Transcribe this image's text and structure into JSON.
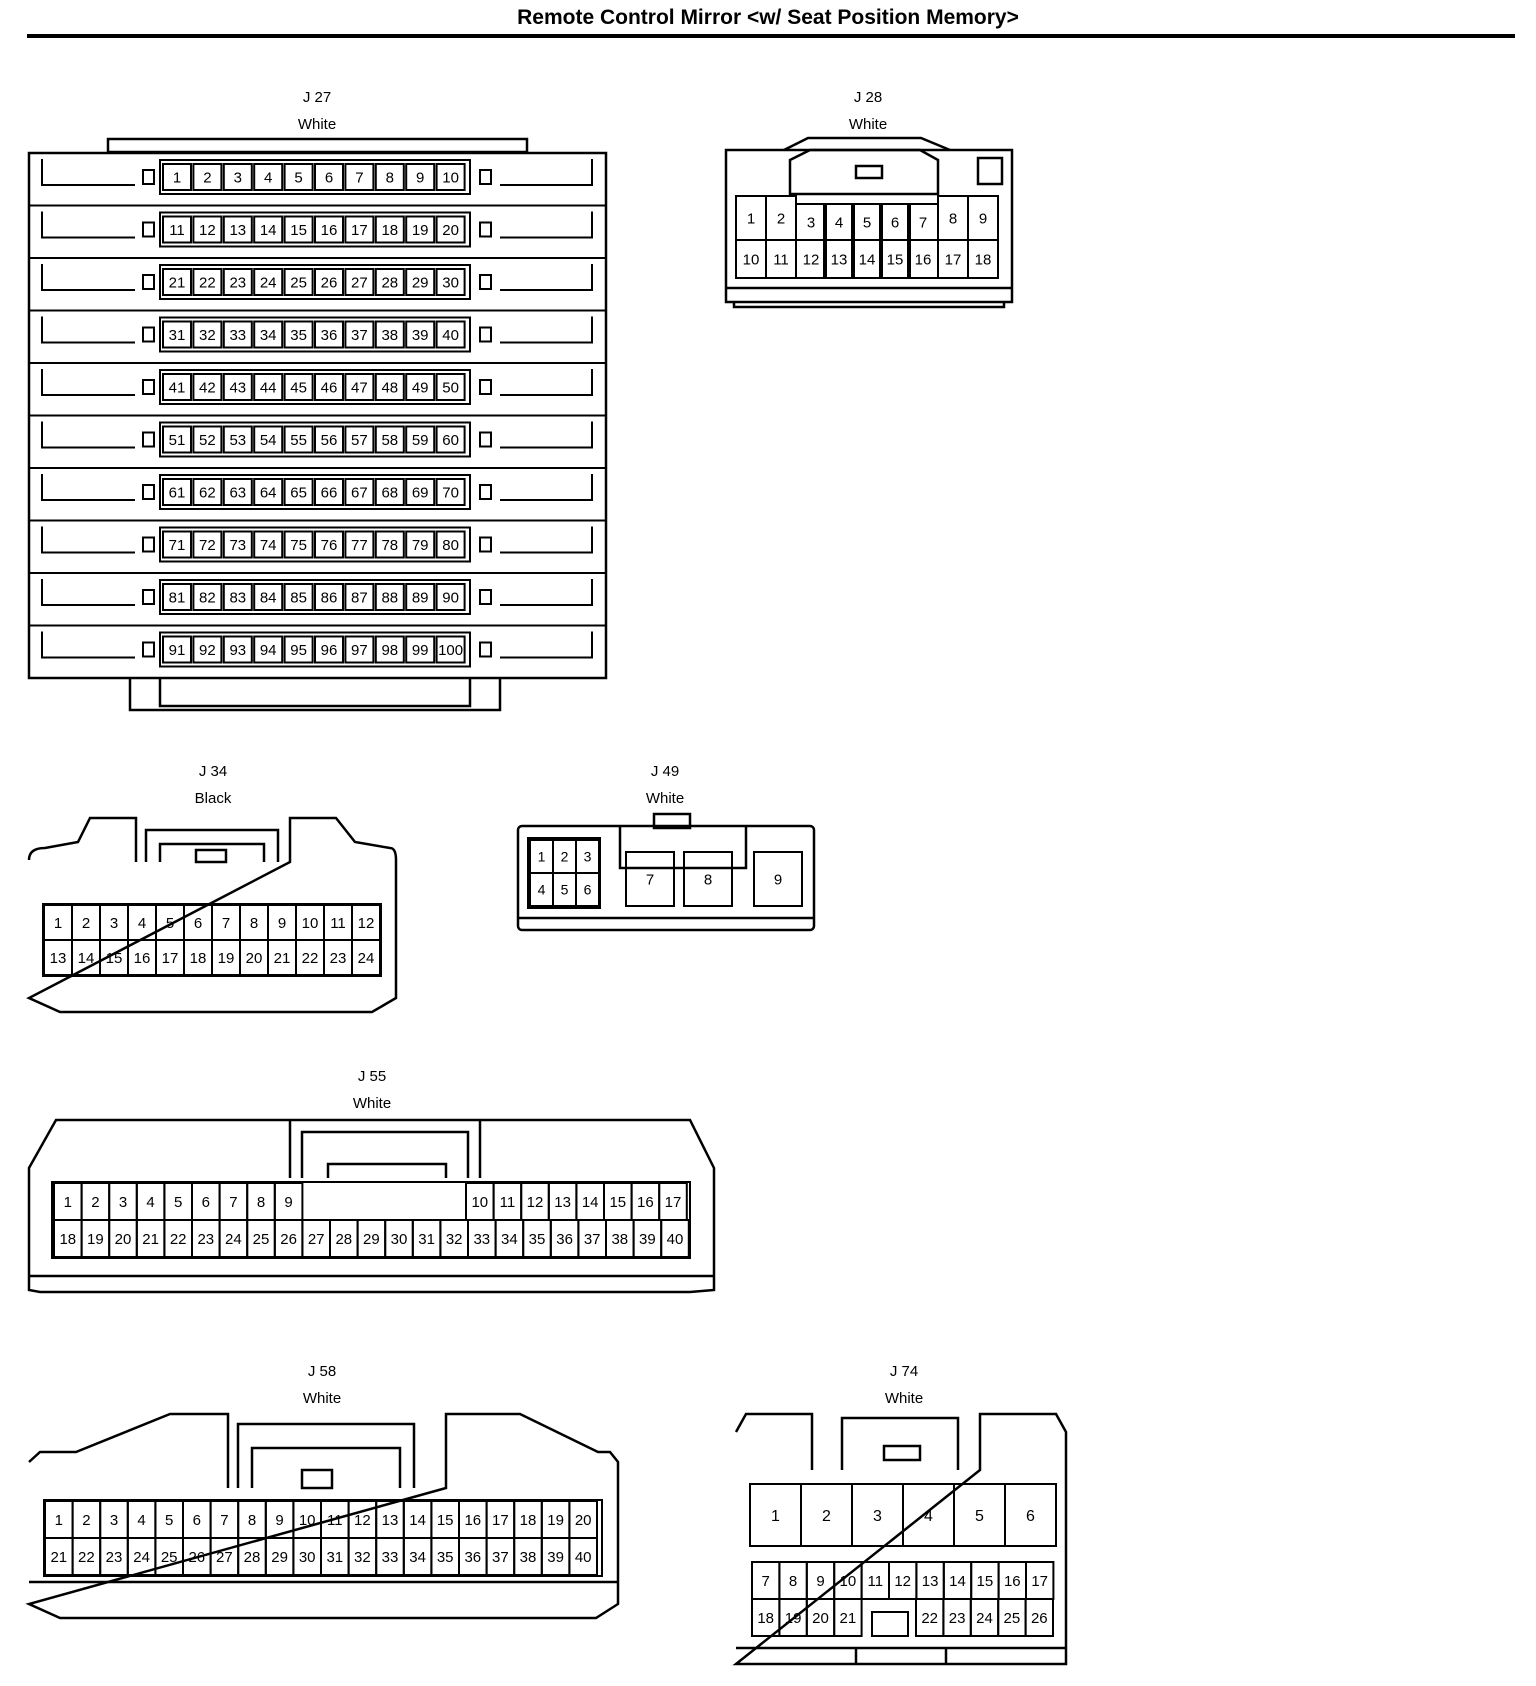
{
  "title": "Remote Control Mirror <w/ Seat Position Memory>",
  "connectors": [
    {
      "id": "J 27",
      "color": "White",
      "pin_count": 100
    },
    {
      "id": "J 28",
      "color": "White",
      "pin_count": 18
    },
    {
      "id": "J 34",
      "color": "Black",
      "pin_count": 24
    },
    {
      "id": "J 49",
      "color": "White",
      "pin_count": 9
    },
    {
      "id": "J 55",
      "color": "White",
      "pin_count": 40
    },
    {
      "id": "J 58",
      "color": "White",
      "pin_count": 40
    },
    {
      "id": "J 74",
      "color": "White",
      "pin_count": 26
    }
  ]
}
